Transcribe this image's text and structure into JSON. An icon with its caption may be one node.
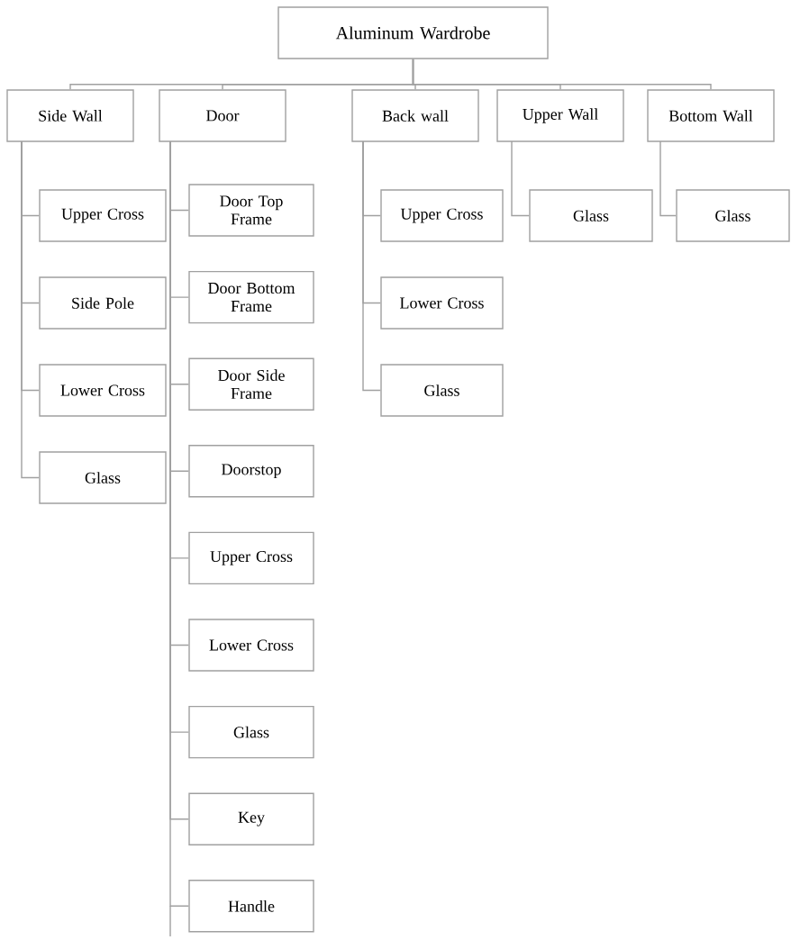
{
  "diagram": {
    "nodes": [
      {
        "text": [
          "Aluminum Wardrobe"
        ]
      },
      {
        "text": [
          "Side Wall"
        ]
      },
      {
        "text": [
          "Door"
        ]
      },
      {
        "text": [
          "Back wall"
        ]
      },
      {
        "text": [
          "Upper Wall"
        ]
      },
      {
        "text": [
          "Bottom Wall"
        ]
      },
      {
        "text": [
          "Upper Cross"
        ]
      },
      {
        "text": [
          "Side Pole"
        ]
      },
      {
        "text": [
          "Lower Cross"
        ]
      },
      {
        "text": [
          "Glass"
        ]
      },
      {
        "text": [
          "Door Top Frame"
        ]
      },
      {
        "text": [
          "Door Bottom Frame"
        ]
      },
      {
        "text": [
          "Door Side Frame"
        ]
      },
      {
        "text": [
          "Doorstop"
        ]
      },
      {
        "text": [
          "Upper Cross"
        ]
      },
      {
        "text": [
          "Lower Cross"
        ]
      },
      {
        "text": [
          "Glass"
        ]
      },
      {
        "text": [
          "Key"
        ]
      },
      {
        "text": [
          "Handle"
        ]
      },
      {
        "text": [
          "Upper Cross"
        ]
      },
      {
        "text": [
          "Lower Cross"
        ]
      },
      {
        "text": [
          "Glass"
        ]
      },
      {
        "text": [
          "Glass"
        ]
      },
      {
        "text": [
          "Glass"
        ]
      }
    ],
    "edges": [
      {
        "from": 0,
        "to": 1,
        "arrow": "none"
      },
      {
        "from": 0,
        "to": 2,
        "arrow": "none"
      },
      {
        "from": 0,
        "to": 3,
        "arrow": "none"
      },
      {
        "from": 0,
        "to": 4,
        "arrow": "none"
      },
      {
        "from": 0,
        "to": 5,
        "arrow": "none"
      },
      {
        "from": 1,
        "to": 6,
        "arrow": "none"
      },
      {
        "from": 1,
        "to": 7,
        "arrow": "none"
      },
      {
        "from": 1,
        "to": 8,
        "arrow": "none"
      },
      {
        "from": 1,
        "to": 9,
        "arrow": "none"
      },
      {
        "from": 2,
        "to": 10,
        "arrow": "none"
      },
      {
        "from": 2,
        "to": 11,
        "arrow": "none"
      },
      {
        "from": 2,
        "to": 12,
        "arrow": "none"
      },
      {
        "from": 2,
        "to": 13,
        "arrow": "none"
      },
      {
        "from": 2,
        "to": 14,
        "arrow": "none"
      },
      {
        "from": 2,
        "to": 15,
        "arrow": "none"
      },
      {
        "from": 2,
        "to": 16,
        "arrow": "none"
      },
      {
        "from": 2,
        "to": 17,
        "arrow": "none"
      },
      {
        "from": 2,
        "to": 18,
        "arrow": "none"
      },
      {
        "from": 3,
        "to": 19,
        "arrow": "none"
      },
      {
        "from": 3,
        "to": 20,
        "arrow": "none"
      },
      {
        "from": 3,
        "to": 21,
        "arrow": "none"
      },
      {
        "from": 4,
        "to": 22,
        "arrow": "none"
      },
      {
        "from": 5,
        "to": 23,
        "arrow": "none"
      }
    ]
  }
}
